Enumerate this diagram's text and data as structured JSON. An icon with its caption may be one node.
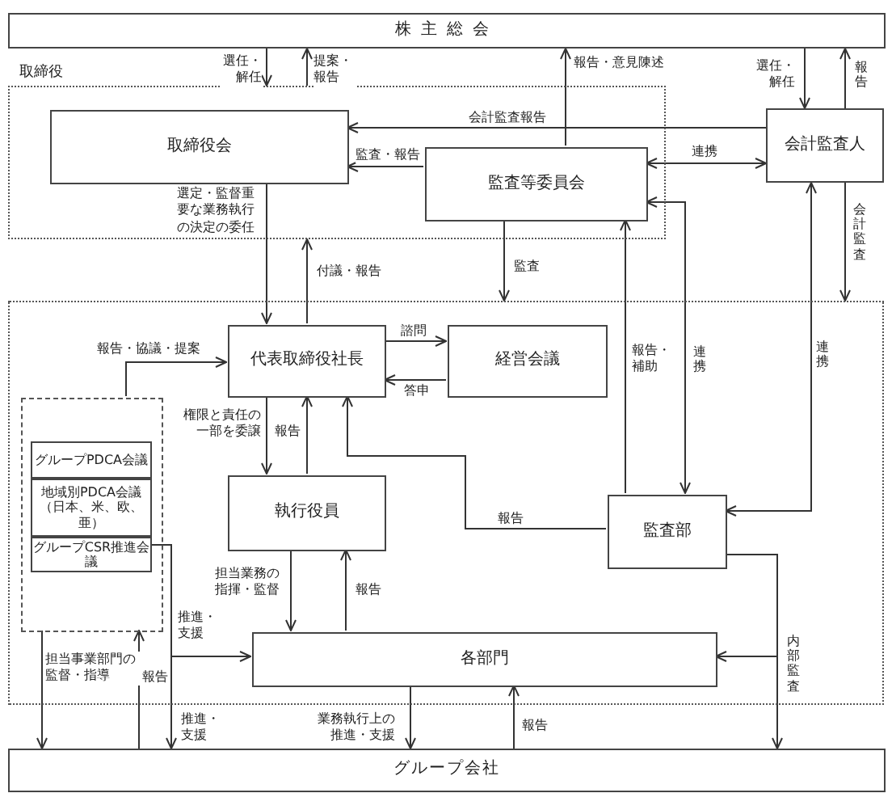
{
  "diagram": {
    "nodes": [
      {
        "text": [
          "株主総会"
        ]
      },
      {
        "text": [
          "取締役"
        ]
      },
      {
        "text": [
          "取締役会"
        ],
        "in": 1
      },
      {
        "text": [
          "監査等委員会"
        ],
        "in": 1
      },
      {
        "text": [
          "会計監査人"
        ]
      },
      {
        "text": [],
        "shape": "box"
      },
      {
        "text": [
          "代表取締役社長"
        ],
        "in": 5
      },
      {
        "text": [
          "経営会議"
        ],
        "in": 5
      },
      {
        "text": [],
        "shape": "box",
        "in": 5
      },
      {
        "text": [
          "グループPDCA会議"
        ],
        "in": 8
      },
      {
        "text": [
          "地域別PDCA会議（日本、米、欧、亜）"
        ],
        "in": 8
      },
      {
        "text": [
          "グループCSR推進会議"
        ],
        "in": 8
      },
      {
        "text": [
          "執行役員"
        ],
        "in": 5
      },
      {
        "text": [
          "監査部"
        ],
        "in": 5
      },
      {
        "text": [
          "各部門"
        ],
        "in": 5
      },
      {
        "text": [
          "グループ会社"
        ]
      }
    ],
    "edges": [
      {
        "from": 0,
        "to": 1,
        "arrow": "to",
        "label": "選任・解任"
      },
      {
        "from": 1,
        "to": 0,
        "arrow": "to",
        "label": "提案・報告"
      },
      {
        "from": 3,
        "to": 0,
        "arrow": "to",
        "label": "報告・意見陳述"
      },
      {
        "from": 0,
        "to": 4,
        "arrow": "to",
        "label": "選任・解任"
      },
      {
        "from": 4,
        "to": 0,
        "arrow": "to",
        "label": "報告"
      },
      {
        "from": 4,
        "to": 2,
        "arrow": "to",
        "label": "会計監査報告"
      },
      {
        "from": 3,
        "to": 2,
        "arrow": "to",
        "label": "監査・報告"
      },
      {
        "from": 3,
        "to": 4,
        "arrow": "both",
        "label": "連携"
      },
      {
        "from": 2,
        "to": 6,
        "arrow": "to",
        "label": "選定・監督重要な業務執行の決定の委任"
      },
      {
        "from": 6,
        "to": 1,
        "arrow": "to",
        "label": "付議・報告"
      },
      {
        "from": 3,
        "to": 5,
        "arrow": "to",
        "label": "監査"
      },
      {
        "from": 13,
        "to": 3,
        "arrow": "to",
        "label": "報告・補助"
      },
      {
        "from": 3,
        "to": 13,
        "arrow": "both",
        "label": "連携"
      },
      {
        "from": 4,
        "to": 5,
        "arrow": "to",
        "label": "会計監査"
      },
      {
        "from": 4,
        "to": 13,
        "arrow": "both",
        "label": "連携"
      },
      {
        "from": 6,
        "to": 7,
        "arrow": "to",
        "label": "諮問"
      },
      {
        "from": 7,
        "to": 6,
        "arrow": "to",
        "label": "答申"
      },
      {
        "from": 8,
        "to": 6,
        "arrow": "to",
        "label": "報告・協議・提案"
      },
      {
        "from": 6,
        "to": 12,
        "arrow": "to",
        "label": "権限と責任の一部を委譲"
      },
      {
        "from": 12,
        "to": 6,
        "arrow": "to",
        "label": "報告"
      },
      {
        "from": 13,
        "to": 6,
        "arrow": "to",
        "label": "報告"
      },
      {
        "from": 12,
        "to": 14,
        "arrow": "to",
        "label": "担当業務の指揮・監督"
      },
      {
        "from": 14,
        "to": 12,
        "arrow": "to",
        "label": "報告"
      },
      {
        "from": 11,
        "to": 14,
        "arrow": "to",
        "label": "推進・支援"
      },
      {
        "from": 11,
        "to": 15,
        "arrow": "to",
        "label": "推進・支援"
      },
      {
        "from": 8,
        "to": 15,
        "arrow": "to",
        "label": "担当事業部門の監督・指導"
      },
      {
        "from": 15,
        "to": 8,
        "arrow": "to",
        "label": "報告"
      },
      {
        "from": 14,
        "to": 15,
        "arrow": "to",
        "label": "業務執行上の推進・支援"
      },
      {
        "from": 15,
        "to": 14,
        "arrow": "to",
        "label": "報告"
      },
      {
        "from": 13,
        "to": 14,
        "arrow": "to"
      },
      {
        "from": 13,
        "to": 15,
        "arrow": "to",
        "label": "内部監査"
      }
    ]
  }
}
